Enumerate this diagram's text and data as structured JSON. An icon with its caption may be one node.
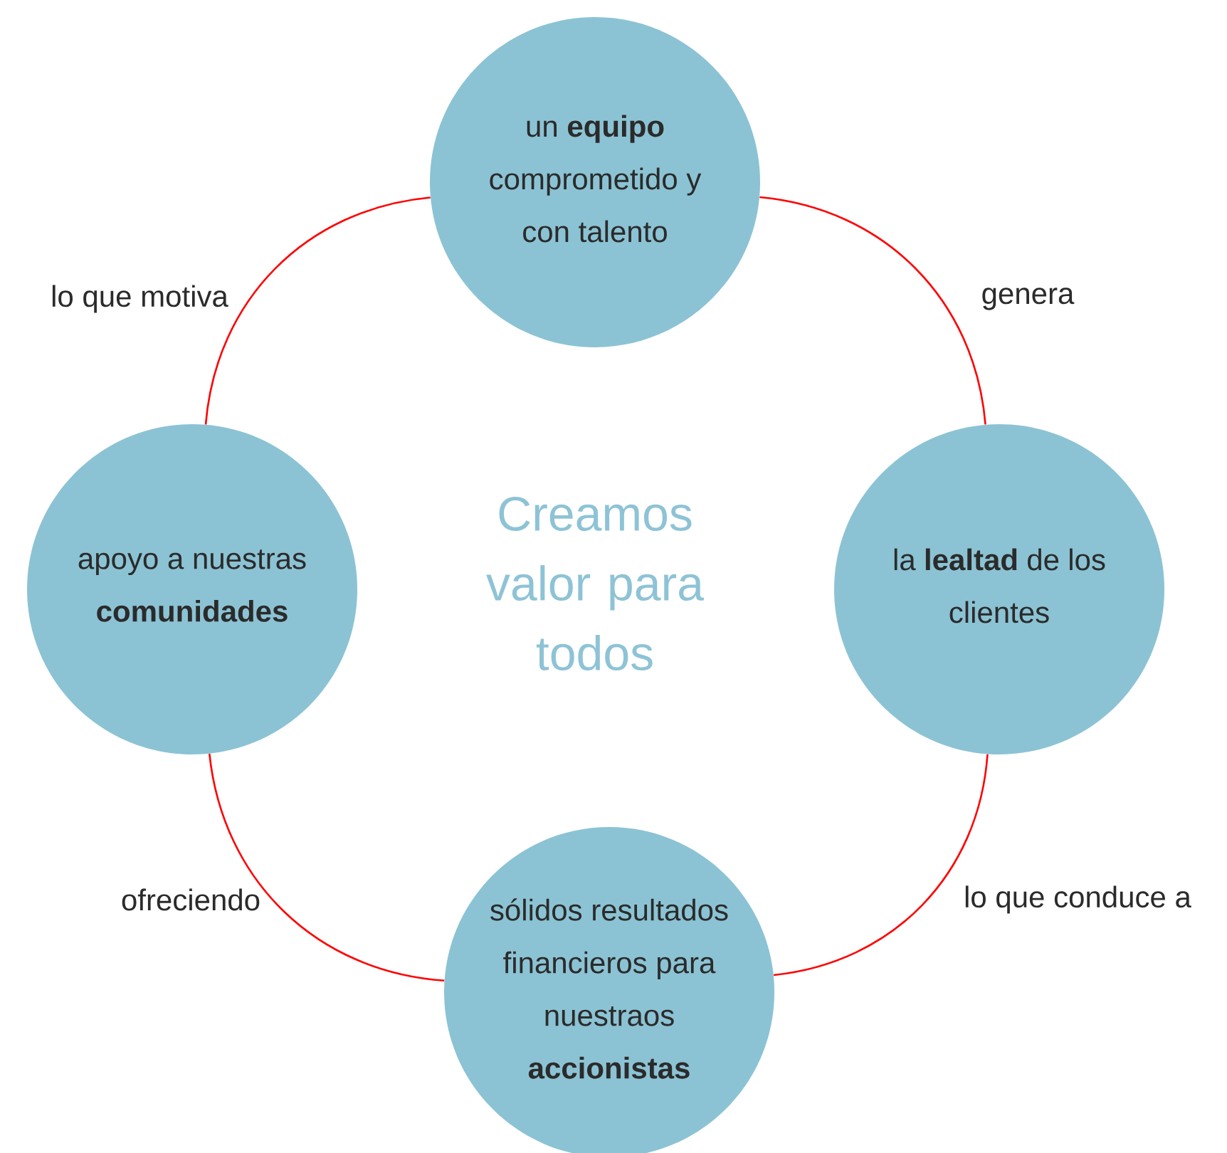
{
  "diagram": {
    "nodes": [
      {
        "text": [
          "un **equipo** comprometido y con talento"
        ]
      },
      {
        "text": [
          "la **lealtad** de los clientes"
        ]
      },
      {
        "text": [
          "sólidos resultados financieros para nuestraos **accionistas**"
        ]
      },
      {
        "text": [
          "apoyo a nuestras **comunidades**"
        ]
      }
    ],
    "edges": [
      {
        "from": 0,
        "to": 1,
        "arrow": "none",
        "label": "genera"
      },
      {
        "from": 1,
        "to": 2,
        "arrow": "none",
        "label": "lo que conduce a"
      },
      {
        "from": 2,
        "to": 3,
        "arrow": "none",
        "label": "ofreciendo"
      },
      {
        "from": 3,
        "to": 0,
        "arrow": "none",
        "label": "lo que motiva"
      }
    ],
    "labels": [
      "Creamos valor para todos"
    ]
  }
}
